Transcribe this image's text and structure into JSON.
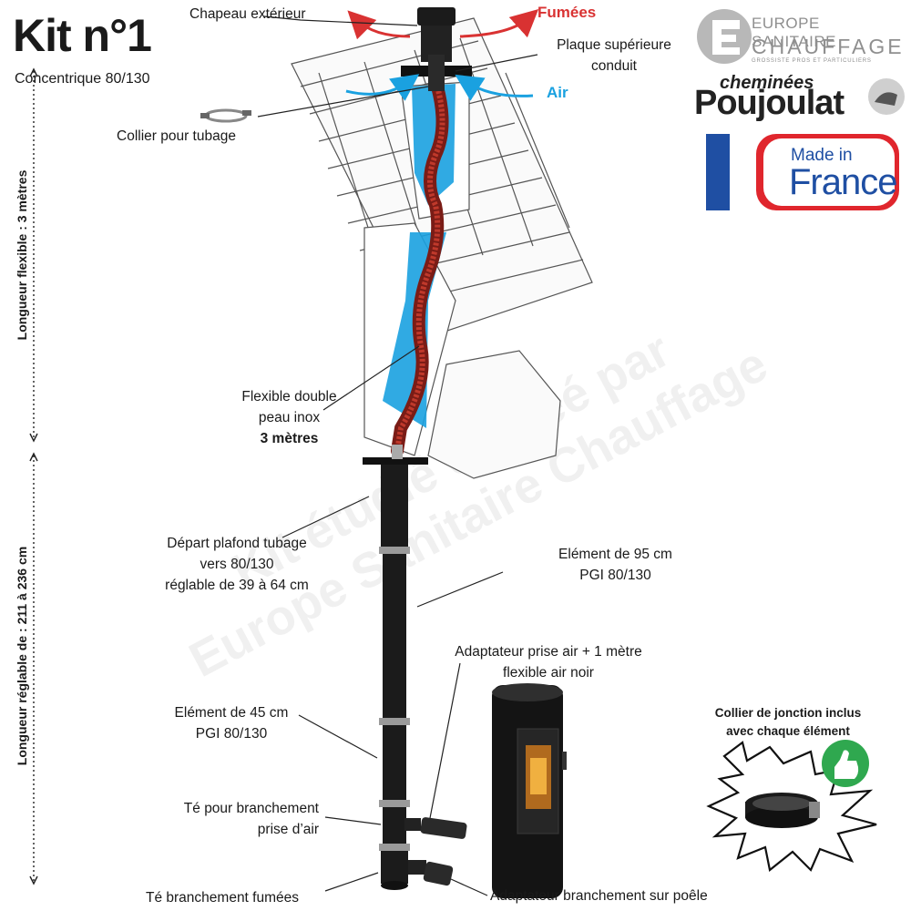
{
  "header": {
    "title": "Kit n°1",
    "subtitle": "Concentrique 80/130"
  },
  "labels": {
    "chapeau": "Chapeau extérieur",
    "fumees": "Fumées",
    "plaque": [
      "Plaque supérieure",
      "conduit"
    ],
    "air": "Air",
    "collier_tubage": "Collier pour tubage",
    "flexible": [
      "Flexible double",
      "peau inox",
      "3 mètres"
    ],
    "depart": [
      "Départ plafond tubage",
      "vers 80/130",
      "réglable de 39 à 64 cm"
    ],
    "element95": [
      "Elément de 95 cm",
      "PGI 80/130"
    ],
    "adaptateur_air": [
      "Adaptateur prise air + 1 mètre",
      "flexible air noir"
    ],
    "element45": [
      "Elément de 45 cm",
      "PGI 80/130"
    ],
    "te_air": [
      "Té pour branchement",
      "prise d’air"
    ],
    "te_fumees": "Té branchement fumées",
    "adaptateur_poele": "Adaptateur branchement sur poêle"
  },
  "dimensions": {
    "flexible_length": "Longueur flexible : 3 mètres",
    "adjustable_length": "Longueur réglable de : 211 à 236 cm"
  },
  "callout": {
    "text": [
      "Collier de jonction inclus",
      "avec chaque élément"
    ]
  },
  "watermark": [
    "Kit étudié et créé par",
    "Europe Sanitaire Chauffage"
  ],
  "logos": {
    "europe_sanitaire": [
      "EUROPE SANITAIRE",
      "CHAUFFAGE",
      "GROSSISTE PROS ET PARTICULIERS"
    ],
    "poujoulat": [
      "cheminées",
      "Poujoulat"
    ],
    "made_in_france": [
      "Made in",
      "France"
    ]
  },
  "colors": {
    "fumees": "#d93232",
    "air": "#1aa1e0",
    "pipe": "#1b1b1b",
    "flag_blue": "#1f4fa3",
    "flag_red": "#e0262d",
    "thumb_green": "#2fa84f"
  }
}
